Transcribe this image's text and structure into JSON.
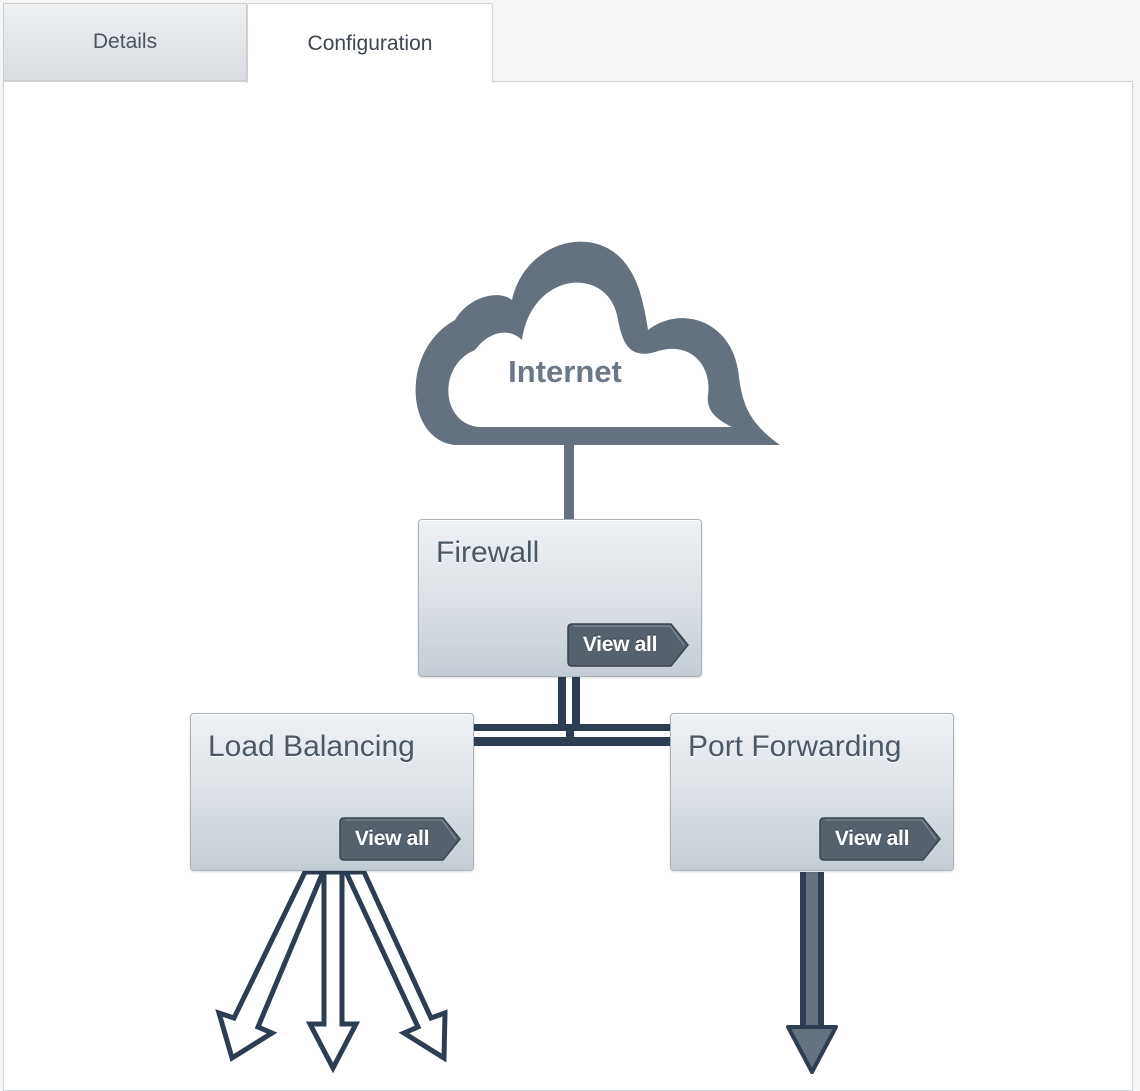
{
  "tabs": [
    {
      "label": "Details",
      "active": false
    },
    {
      "label": "Configuration",
      "active": true
    }
  ],
  "diagram": {
    "internet_label": "Internet",
    "firewall": {
      "title": "Firewall",
      "button_label": "View all"
    },
    "load_balancing": {
      "title": "Load Balancing",
      "button_label": "View all"
    },
    "port_forwarding": {
      "title": "Port Forwarding",
      "button_label": "View all"
    }
  },
  "colors": {
    "cloud": "#64717f",
    "connector_dark": "#2e3e52",
    "button": "#56616e",
    "title_text": "#4b5866"
  },
  "icons": [
    "cloud-icon",
    "arrow-right-icon"
  ]
}
